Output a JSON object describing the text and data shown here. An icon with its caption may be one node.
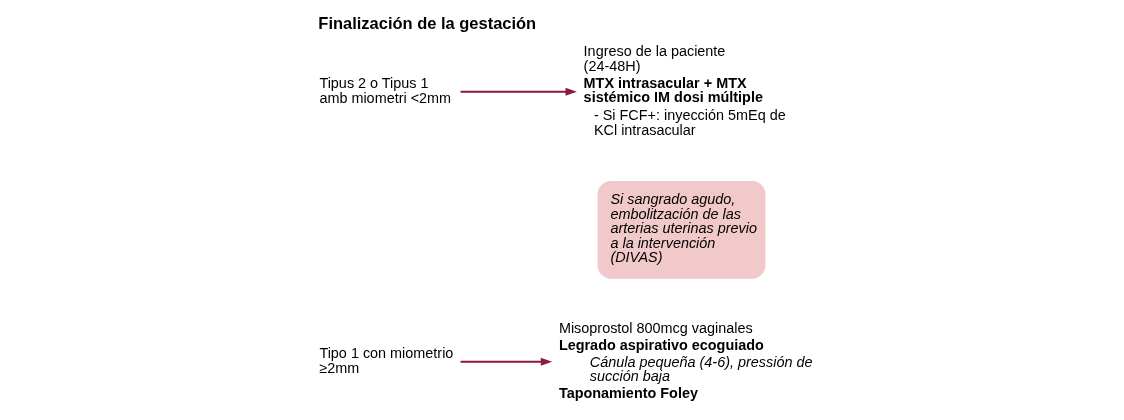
{
  "diagram": {
    "title": "Finalización de la gestación",
    "nodes": [
      {
        "text": [
          "Tipo 1 con miometrio ≥2mm"
        ]
      },
      {
        "text": [
          "Misoprostol 800mcg vaginales",
          "Legrado aspirativo ecoguiado",
          "Cánula pequeña (4-6), pressión de succión baja",
          "Taponamiento Foley"
        ]
      },
      {
        "text": [
          "Si sangrado agudo, embolitzación de las arterias uterinas previo a la intervención (DIVAS)"
        ]
      },
      {
        "text": [
          "Tipus 2 o Tipus 1 amb miometri <2mm"
        ]
      },
      {
        "text": [
          "Ingreso de la paciente (24-48H)",
          "MTX intrasacular + MTX sistémico IM dosi múltiple",
          "- Si FCF+: inyección 5mEq de KCl intrasacular"
        ]
      }
    ],
    "edges": [
      {
        "from": 0,
        "to": 1,
        "arrow": "to"
      },
      {
        "from": 3,
        "to": 4,
        "arrow": "to"
      }
    ]
  }
}
